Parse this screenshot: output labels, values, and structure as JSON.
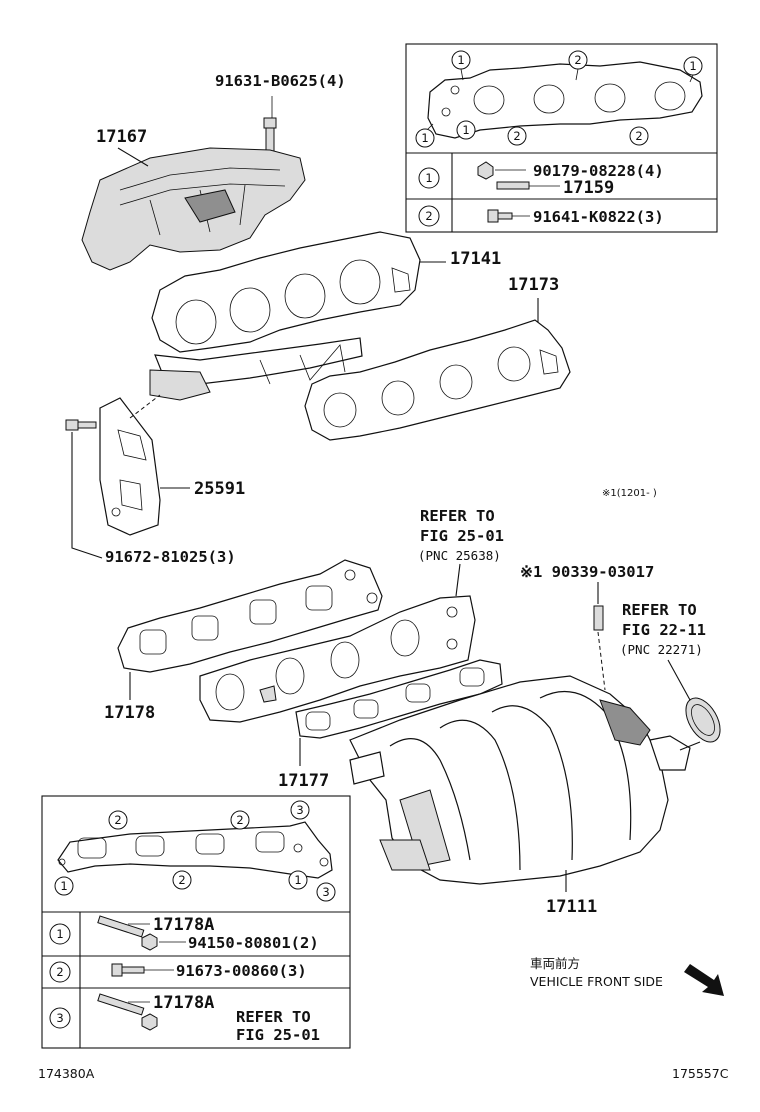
{
  "labels": {
    "bolt_top": "91631-B0625(4)",
    "heat_insulator": "17167",
    "exhaust_manifold": "17141",
    "exhaust_gasket": "17173",
    "bracket": "25591",
    "bracket_bolt": "91672-81025(3)",
    "note_range": "※1(1201-    )",
    "refer_to": "REFER TO",
    "fig_25_01": "FIG 25-01",
    "pnc_25638": "(PNC 25638)",
    "stud": "※1 90339-03017",
    "fig_22_11": "FIG 22-11",
    "pnc_22271": "(PNC 22271)",
    "intake_gasket_outer": "17178",
    "intake_gasket_inner": "17177",
    "intake_manifold": "17111",
    "vehicle_front_jp": "車両前方",
    "vehicle_front_en": "VEHICLE FRONT SIDE",
    "illus_left": "174380A",
    "illus_right": "175557C"
  },
  "top_legend": {
    "row1_nut": "90179-08228(4)",
    "row1_stud": "17159",
    "row2_bolt": "91641-K0822(3)",
    "key1": "1",
    "key2": "2"
  },
  "bottom_legend": {
    "row1_stud": "17178A",
    "row1_nut": "94150-80801(2)",
    "row2_bolt": "91673-00860(3)",
    "row3_stud": "17178A",
    "row3_refer": "REFER TO",
    "row3_fig": "FIG 25-01",
    "key1": "1",
    "key2": "2",
    "key3": "3"
  }
}
